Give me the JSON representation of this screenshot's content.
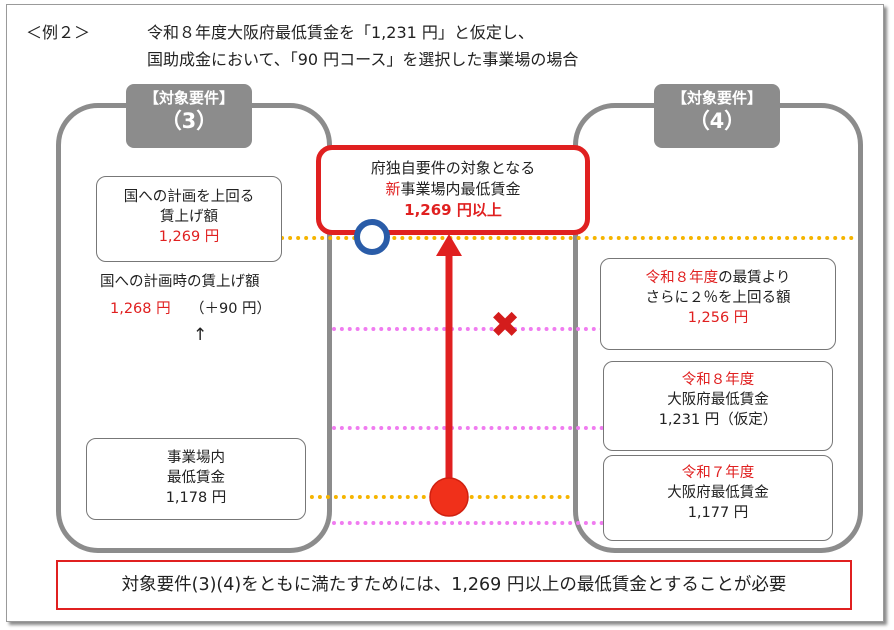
{
  "header": {
    "example_label": "＜例２＞",
    "line1": "令和８年度大阪府最低賃金を「1,231 円」と仮定し、",
    "line2": "国助成金において、「90 円コース」を選択した事業場の場合"
  },
  "left_panel": {
    "tag_title": "【対象要件】",
    "tag_number": "（3）",
    "plan_box": {
      "line1": "国への計画を上回る",
      "line2": "賃上げ額",
      "value": "1,269 円"
    },
    "plan_text": {
      "label": "国への計画時の賃上げ額",
      "value": "1,268 円",
      "note": "（＋90 円）",
      "arrow": "↑"
    },
    "current_box": {
      "line1": "事業場内",
      "line2": "最低賃金",
      "value": "1,178 円"
    }
  },
  "center": {
    "target_box": {
      "line1": "府独自要件の対象となる",
      "line2_prefix": "新",
      "line2_rest": "事業場内最低賃金",
      "value": "1,269 円以上"
    },
    "cross_mark": "✖",
    "colors": {
      "accent_red": "#e02020",
      "dot_yellow": "#f5b400",
      "dot_pink": "#f07cf0",
      "ring_blue": "#2a5ca8"
    }
  },
  "right_panel": {
    "tag_title": "【対象要件】",
    "tag_number": "（4）",
    "box1": {
      "line1_red": "令和８年度",
      "line1_rest": "の最賃より",
      "line2": "さらに２％を上回る額",
      "value": "1,256 円"
    },
    "box2": {
      "line1": "令和８年度",
      "line2": "大阪府最低賃金",
      "value": "1,231 円（仮定）"
    },
    "box3": {
      "line1": "令和７年度",
      "line2": "大阪府最低賃金",
      "value": "1,177 円"
    }
  },
  "footer": {
    "conclusion": "対象要件(3)(4)をともに満たすためには、1,269 円以上の最低賃金とすることが必要"
  }
}
